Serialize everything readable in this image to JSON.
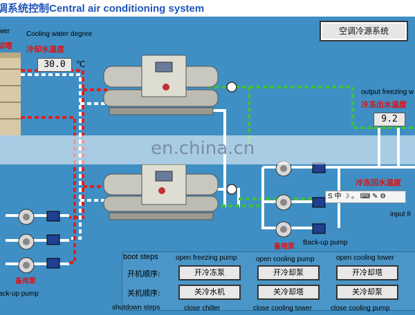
{
  "header": {
    "title": "调系统控制Central air conditioning system"
  },
  "system_button": "空调冷源系统",
  "labels": {
    "tower_en": "wer",
    "tower_cn": "却塔",
    "cooling_water_en": "Cooling water degree",
    "cooling_water_cn": "冷却水温度",
    "cooling_water_value": "30.0",
    "cooling_water_unit": "℃",
    "output_freezing_en": "output freezing w",
    "output_freezing_cn": "冷冻出水温度",
    "output_freezing_value": "9.2",
    "return_cn": "冷冻回水温度",
    "input_fr": "input fr",
    "backup_pump_left_cn": "备用泵",
    "backup_pump_left_en": "ack-up pump",
    "backup_pump_mid_cn": "备用泵",
    "backup_pump_mid_en": "Back-up pump"
  },
  "watermark": "en.china.cn",
  "ime_bar": "S 中 ☽ 。 ⌨ ✎ ⚙",
  "steps": {
    "boot_label": "boot steps",
    "shutdown_label": "shutdown steps",
    "boot_row_cn": "开机顺序:",
    "shutdown_row_cn": "关机顺序:",
    "col_top": [
      "open freezing pump",
      "open cooling pump",
      "open cooling tower"
    ],
    "boot_buttons": [
      "开冷冻泵",
      "开冷却泵",
      "开冷却塔"
    ],
    "shutdown_buttons": [
      "关冷水机",
      "关冷却塔",
      "关冷却泵"
    ],
    "col_bottom": [
      "close chiller",
      "close cooling tower",
      "close cooling pump"
    ]
  },
  "colors": {
    "panel": "#3f8fc4",
    "pipe_red": "#e02020",
    "pipe_green": "#3fbf3f",
    "title": "#1f56b8"
  }
}
